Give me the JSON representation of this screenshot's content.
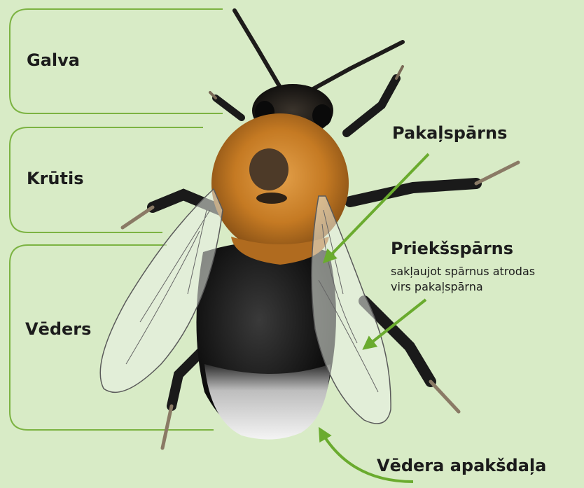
{
  "labels": {
    "head": "Galva",
    "thorax": "Krūtis",
    "abdomen": "Vēders",
    "hindwing": "Pakaļspārns",
    "forewing": "Priekšspārns",
    "forewing_note_line1": "sakļaujot spārnus atrodas",
    "forewing_note_line2": "virs pakaļspārna",
    "abdomen_underside": "Vēdera apakšdaļa"
  },
  "colors": {
    "background": "#d8ebc6",
    "bracket_line": "#7cb342",
    "arrow": "#6aab2e",
    "text": "#1c1c1c"
  }
}
